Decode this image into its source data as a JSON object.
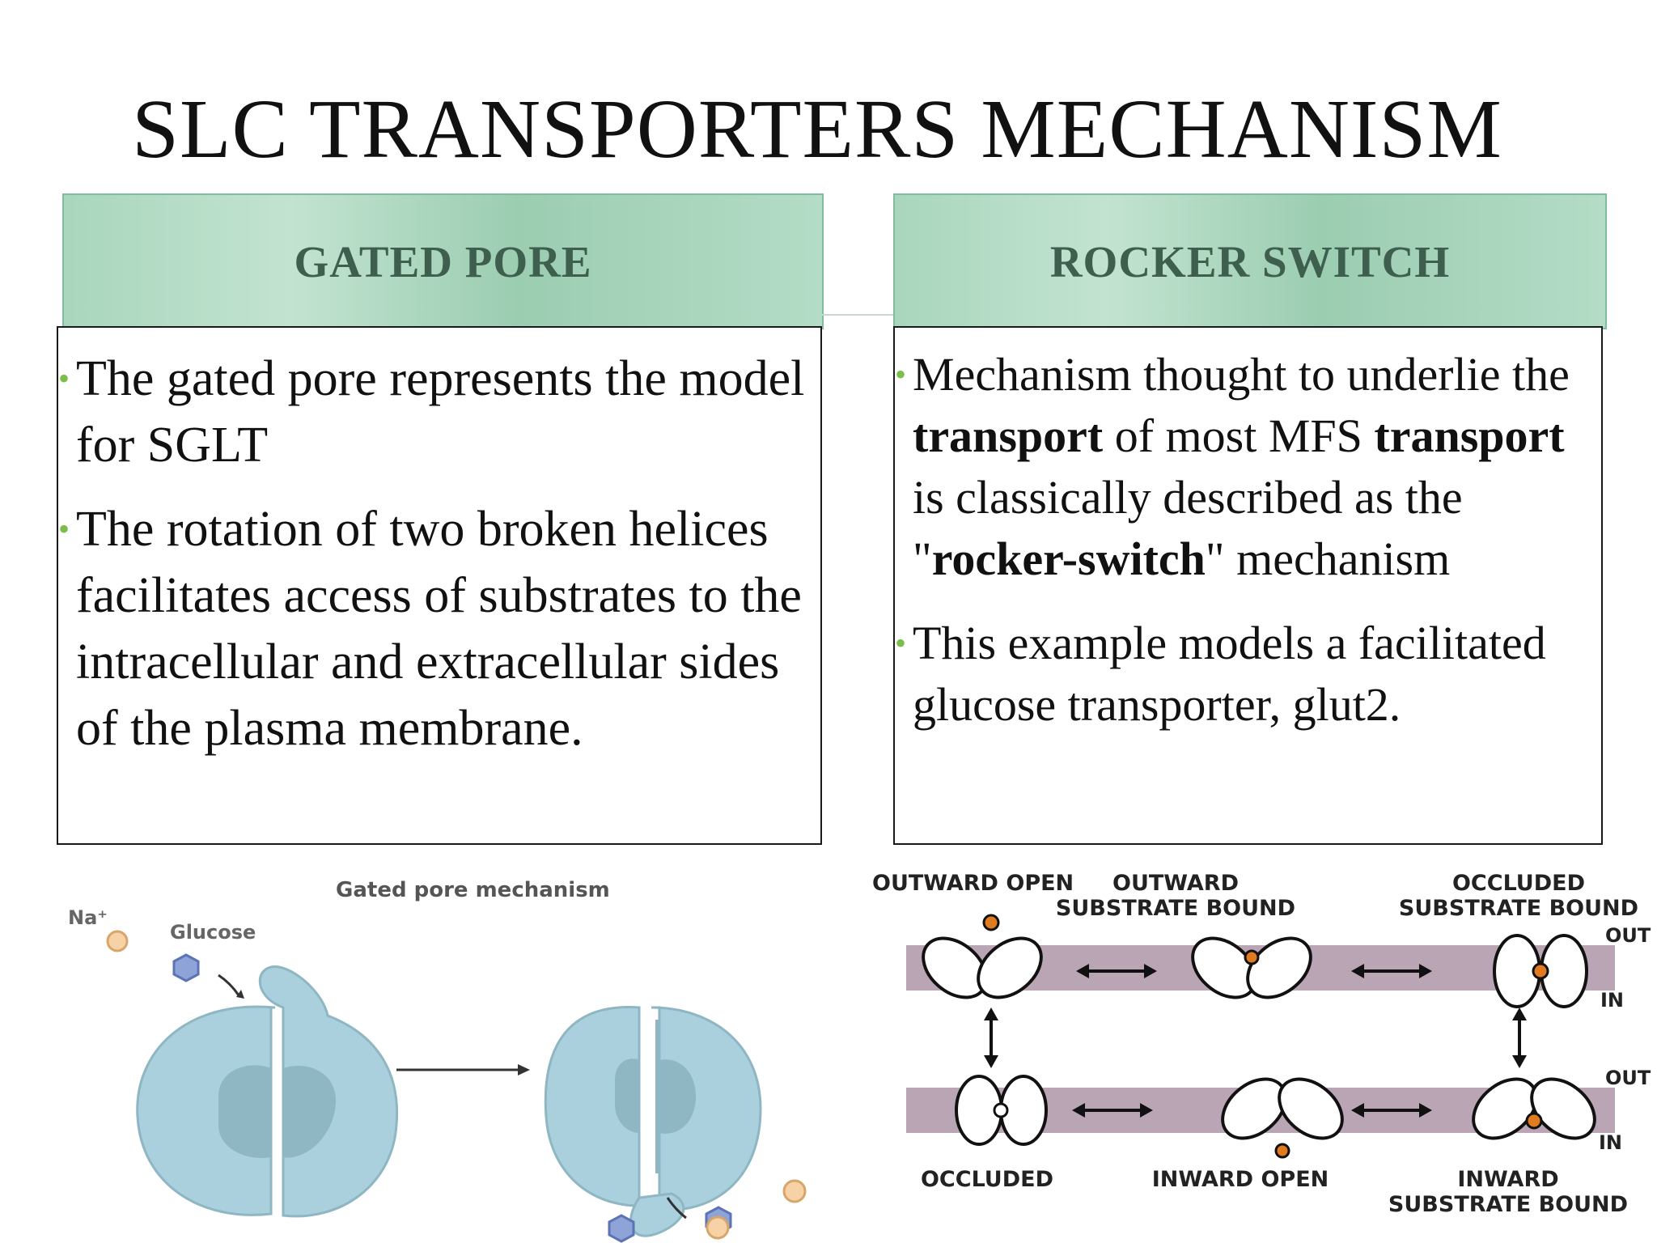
{
  "slide": {
    "title": "SLC TRANSPORTERS MECHANISM",
    "left_header": "GATED  PORE",
    "right_header": "ROCKER SWITCH"
  },
  "gated_pore": {
    "bullets": [
      "The gated pore represents the model for SGLT",
      "The rotation of two broken helices facilitates access of substrates to the intracellular and extracellular sides of the plasma membrane."
    ]
  },
  "rocker_switch": {
    "bullet1_parts": [
      "Mechanism thought to underlie the ",
      "transport",
      " of most MFS ",
      "transport",
      " is classically described as the \"",
      "rocker-switch",
      "\" mechanism"
    ],
    "bullet2": "This example models a facilitated glucose transporter, glut2."
  },
  "gated_figure": {
    "caption": "Gated pore mechanism",
    "na_label": "Na⁺",
    "glucose_label": "Glucose"
  },
  "rocker_figure": {
    "top_labels": [
      "OUTWARD OPEN",
      "OUTWARD",
      "SUBSTRATE BOUND",
      "OCCLUDED",
      "SUBSTRATE BOUND"
    ],
    "bottom_labels": [
      "OCCLUDED",
      "INWARD OPEN",
      "INWARD",
      "SUBSTRATE BOUND"
    ],
    "side_labels": [
      "OUT",
      "IN",
      "OUT",
      "IN"
    ]
  },
  "colors": {
    "header_bg": "#a9d6bd",
    "header_text": "#3e5e4e",
    "bullet": "#7bbf4a",
    "membrane": "#b9a5b4",
    "protein": "#a9d0dc",
    "protein_core": "#8fb6c3",
    "substrate": "#e07c1f"
  }
}
